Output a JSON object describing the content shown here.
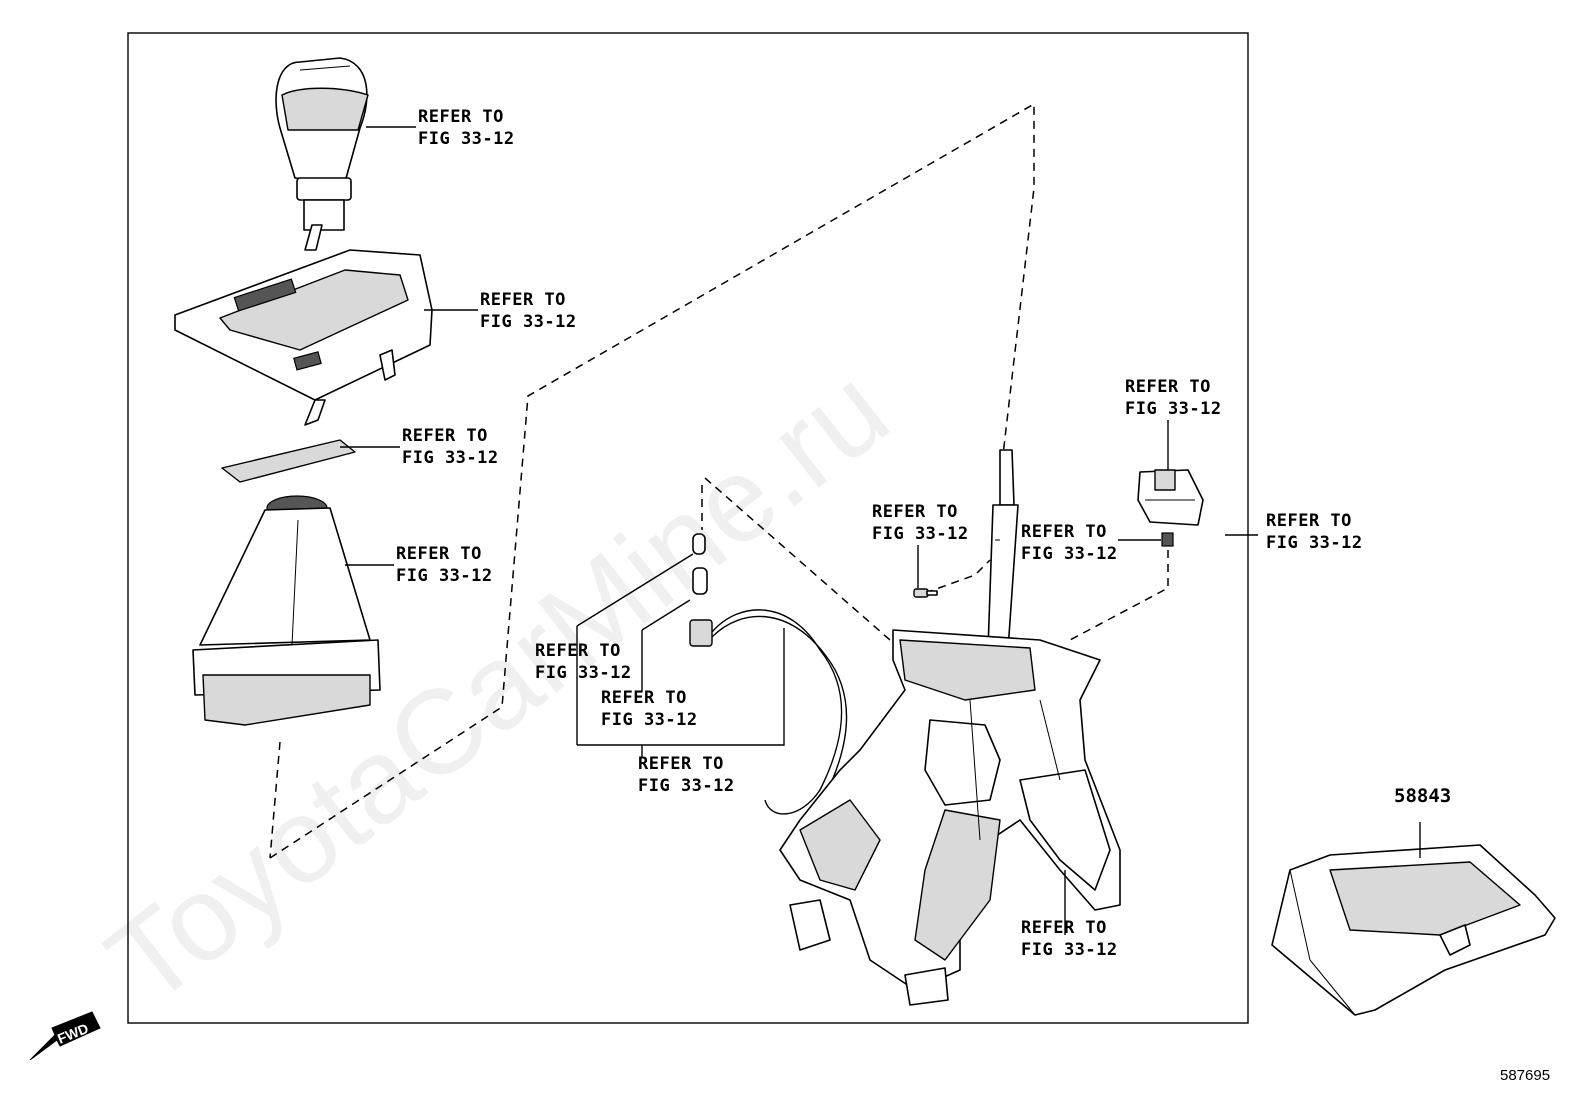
{
  "watermark": "ToyotaCarMine.ru",
  "illustration_number": "587695",
  "fwd_indicator": "FWD",
  "part_number_label": "58843",
  "callouts": {
    "knob": [
      "REFER TO",
      "FIG 33-12"
    ],
    "bezel": [
      "REFER TO",
      "FIG 33-12"
    ],
    "plate": [
      "REFER TO",
      "FIG 33-12"
    ],
    "boot": [
      "REFER TO",
      "FIG 33-12"
    ],
    "bulb_a": [
      "REFER TO",
      "FIG 33-12"
    ],
    "bulb_b": [
      "REFER TO",
      "FIG 33-12"
    ],
    "harness": [
      "REFER TO",
      "FIG 33-12"
    ],
    "screw": [
      "REFER TO",
      "FIG 33-12"
    ],
    "switch": [
      "REFER TO",
      "FIG 33-12"
    ],
    "nut": [
      "REFER TO",
      "FIG 33-12"
    ],
    "assembly": [
      "REFER TO",
      "FIG 33-12"
    ],
    "lever_base": [
      "REFER TO",
      "FIG 33-12"
    ]
  },
  "icons": [
    "fwd-arrow-icon"
  ]
}
